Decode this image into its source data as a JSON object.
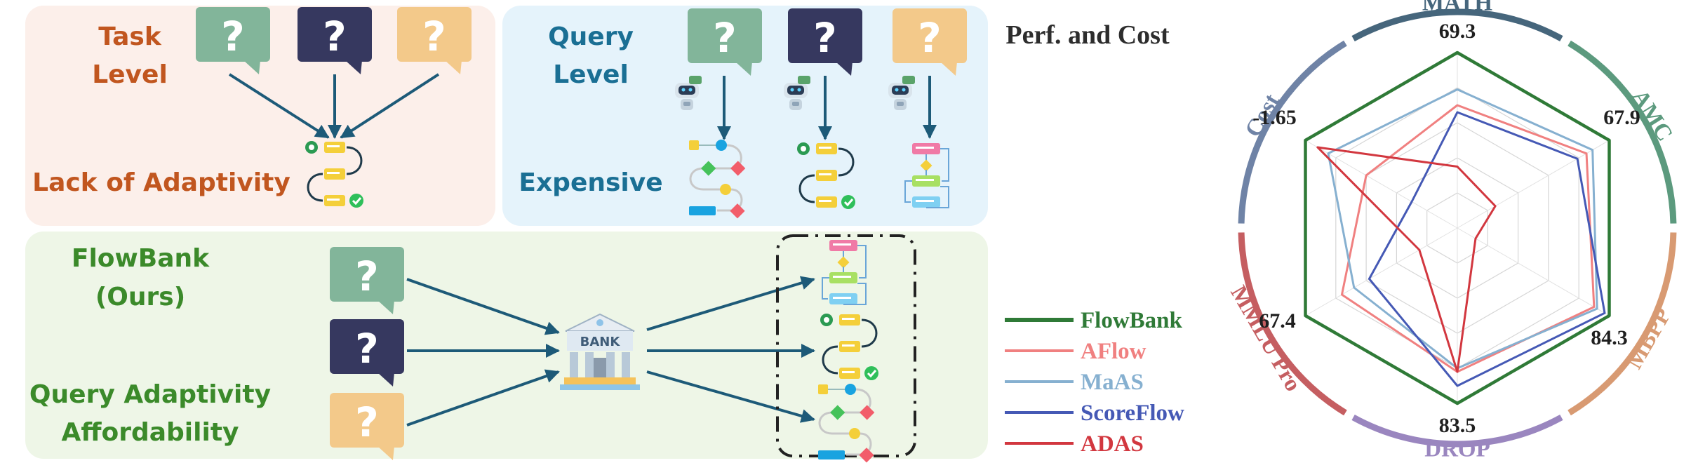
{
  "colors": {
    "task_bg": "#fcefea",
    "query_bg": "#e5f3fb",
    "flowbank_bg": "#eef6e7",
    "task_text": "#c1561f",
    "query_text": "#1a6f94",
    "flowbank_text": "#3b8a2a",
    "q_green": "#82b59a",
    "q_navy": "#36385f",
    "q_peach": "#f3c98a",
    "arrow": "#1d5a78"
  },
  "panels": {
    "task": {
      "title_line1": "Task",
      "title_line2": "Level",
      "caption": "Lack of Adaptivity"
    },
    "query": {
      "title_line1": "Query",
      "title_line2": "Level",
      "caption": "Expensive"
    },
    "flowbank": {
      "title_line1": "FlowBank",
      "title_line2": "(Ours)",
      "caption_line1": "Query Adaptivity",
      "caption_line2": "Affordability",
      "bank_label": "BANK"
    }
  },
  "question_mark": "?",
  "chart_data": {
    "type": "radar",
    "title": "Perf. and Cost",
    "axes": [
      {
        "name": "MATH",
        "color": "#46667c"
      },
      {
        "name": "AMC",
        "color": "#5c9a7e"
      },
      {
        "name": "MBPP",
        "color": "#d89a72"
      },
      {
        "name": "DROP",
        "color": "#9a86bf"
      },
      {
        "name": "MMLU Pro",
        "color": "#c55e61"
      },
      {
        "name": "Cost",
        "color": "#6f83a6"
      }
    ],
    "axis_value_labels": [
      "69.3",
      "67.9",
      "84.3",
      "83.5",
      "67.4",
      "-1.65"
    ],
    "series": [
      {
        "name": "FlowBank",
        "color": "#2f7a37",
        "values": [
          1.0,
          1.0,
          1.0,
          1.0,
          1.0,
          1.0
        ]
      },
      {
        "name": "AFlow",
        "color": "#f08080",
        "values": [
          0.7,
          0.85,
          0.9,
          0.82,
          0.76,
          0.6
        ]
      },
      {
        "name": "MaAS",
        "color": "#86b0d0",
        "values": [
          0.79,
          0.89,
          0.92,
          0.8,
          0.68,
          0.85
        ]
      },
      {
        "name": "ScoreFlow",
        "color": "#4559b5",
        "values": [
          0.66,
          0.79,
          0.97,
          0.9,
          0.58,
          0.3
        ]
      },
      {
        "name": "ADAS",
        "color": "#d2373f",
        "values": [
          0.35,
          0.25,
          0.12,
          0.82,
          0.25,
          0.92
        ]
      }
    ]
  }
}
